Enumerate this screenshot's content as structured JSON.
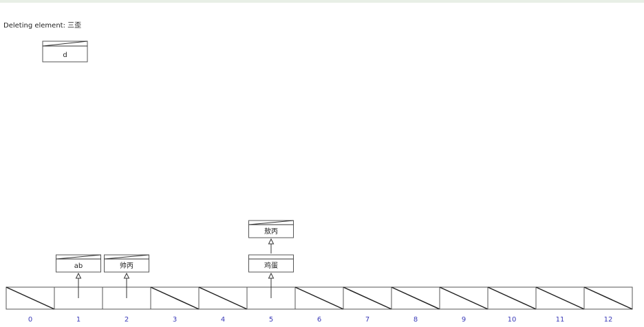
{
  "status": {
    "prefix": "Deleting element: ",
    "element": "三歪"
  },
  "deleting_node": {
    "label": "d"
  },
  "table": {
    "indices": [
      "0",
      "1",
      "2",
      "3",
      "4",
      "5",
      "6",
      "7",
      "8",
      "9",
      "10",
      "11",
      "12"
    ],
    "buckets": [
      {
        "index": 0,
        "chain": []
      },
      {
        "index": 1,
        "chain": [
          "ab"
        ]
      },
      {
        "index": 2,
        "chain": [
          "帅丙"
        ]
      },
      {
        "index": 3,
        "chain": []
      },
      {
        "index": 4,
        "chain": []
      },
      {
        "index": 5,
        "chain": [
          "鸡蛋",
          "敖丙"
        ]
      },
      {
        "index": 6,
        "chain": []
      },
      {
        "index": 7,
        "chain": []
      },
      {
        "index": 8,
        "chain": []
      },
      {
        "index": 9,
        "chain": []
      },
      {
        "index": 10,
        "chain": []
      },
      {
        "index": 11,
        "chain": []
      },
      {
        "index": 12,
        "chain": []
      }
    ]
  }
}
